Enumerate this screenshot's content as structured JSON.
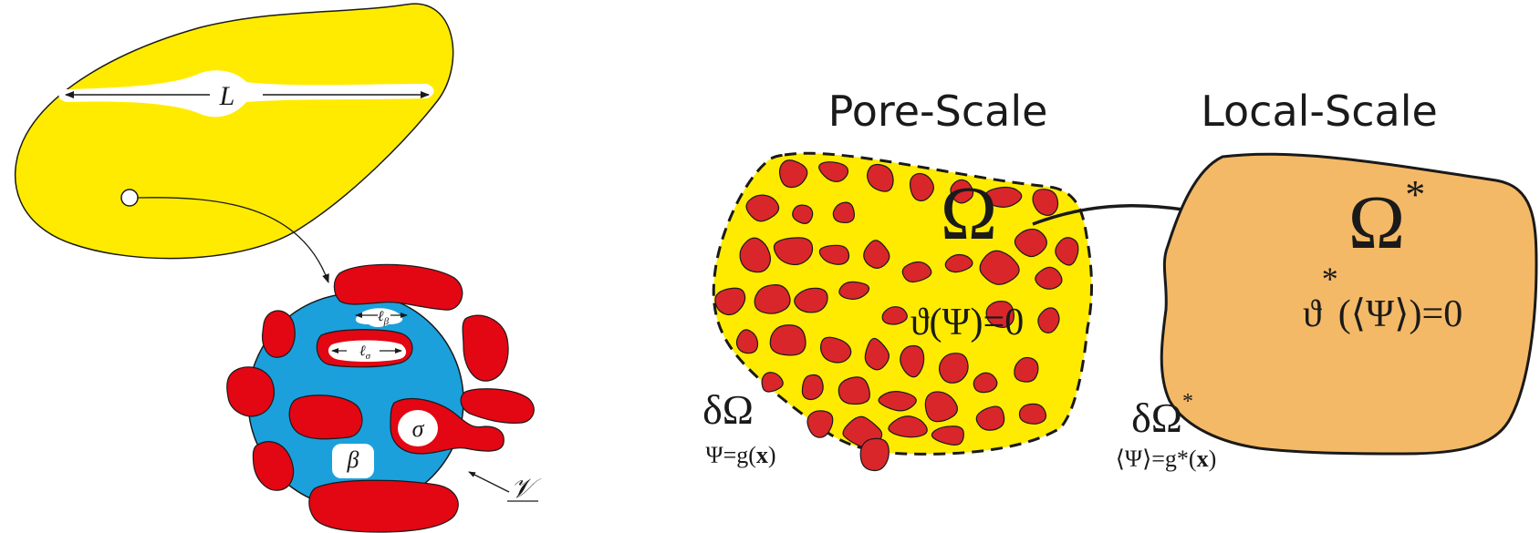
{
  "left": {
    "length_label": "L",
    "lb_label": "ℓ",
    "lb_sub": "β",
    "ls_label": "ℓ",
    "ls_sub": "σ",
    "sigma_label": "σ",
    "beta_label": "β",
    "volume_label": "𝒱"
  },
  "pore": {
    "title": "Pore-Scale",
    "omega": "Ω",
    "equation": "ϑ(Ψ)=0",
    "boundary": "δΩ",
    "bc_lhs": "Ψ=g(",
    "bc_x": "x",
    "bc_rhs": ")"
  },
  "local": {
    "title": "Local-Scale",
    "omega": "Ω",
    "omega_star": "*",
    "eq_theta": "ϑ",
    "eq_star": "*",
    "eq_rest": "(⟨Ψ⟩)=0",
    "boundary": "δΩ",
    "boundary_star": "*",
    "bc_lhs": "⟨Ψ⟩=g*(",
    "bc_x": "x",
    "bc_rhs": ")"
  },
  "colors": {
    "yellow": "#ffeb00",
    "blue": "#1ba0dc",
    "red": "#e30613",
    "grain_red": "#d9262a",
    "orange": "#f4b967",
    "ink": "#1a1a1a"
  }
}
